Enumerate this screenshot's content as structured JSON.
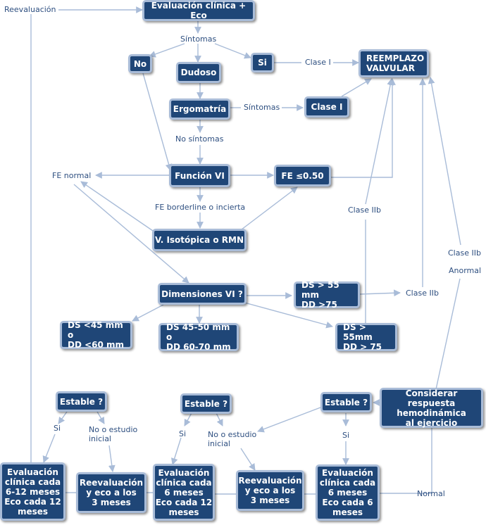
{
  "nodes": {
    "eval_clinica_eco": "Evaluación clínica + Eco",
    "no": "No",
    "dudoso": "Dudoso",
    "si": "Si",
    "reemplazo_valvular": "REEMPLAZO\nVALVULAR",
    "ergometria": "Ergomatría",
    "clase_i_box": "Clase I",
    "funcion_vi": "Función VI",
    "fe_050": "FE ≤0.50",
    "isotopica_rmn": "V. Isotópica o RMN",
    "dimensiones_vi": "Dimensiones VI ?",
    "ds55_dd75_a": "DS > 55 mm\nDD >75",
    "ds45_dd60": "DS <45 mm o\nDD <60 mm",
    "ds45_50_dd60_70": "DS 45-50 mm o\nDD 60-70 mm",
    "ds55_dd75_b": "DS > 55mm\nDD > 75",
    "estable_1": "Estable ?",
    "estable_2": "Estable ?",
    "estable_3": "Estable ?",
    "considerar": "Considerar respuesta\nhemodinámica\nal ejercicio",
    "eval_6_12": "Evaluación\nclínica cada\n6-12 meses\nEco cada 12\nmeses",
    "reeval_3m_1": "Reevaluación\ny eco a los\n3 meses",
    "eval_6_12b": "Evaluación\nclínica cada\n6 meses\nEco cada 12\nmeses",
    "reeval_3m_2": "Reevaluación\ny eco a los\n3 meses",
    "eval_6_6": "Evaluación\nclínica cada\n6 meses\nEco cada 6\nmeses"
  },
  "labels": {
    "reevaluacion": "Reevaluación",
    "sintomas_top": "Síntomas",
    "clase_i_top": "Clase I",
    "sintomas_mid": "Síntomas",
    "no_sintomas": "No síntomas",
    "fe_normal": "FE normal",
    "fe_borderline": "FE borderline o incierta",
    "clase_iib_a": "Clase IIb",
    "clase_iib_b": "Clase IIb",
    "clase_iib_c": "Clase IIb",
    "anormal": "Anormal",
    "si_1": "Si",
    "no_estudio_1": "No o estudio\ninicial",
    "si_2": "Si",
    "no_estudio_2": "No o estudio\ninicial",
    "si_3": "Si",
    "normal": "Normal"
  },
  "colors": {
    "box_fill": "#1f4677",
    "box_border": "#a9bcd8",
    "connector": "#a9bcd8",
    "label_text": "#2e4f80"
  }
}
